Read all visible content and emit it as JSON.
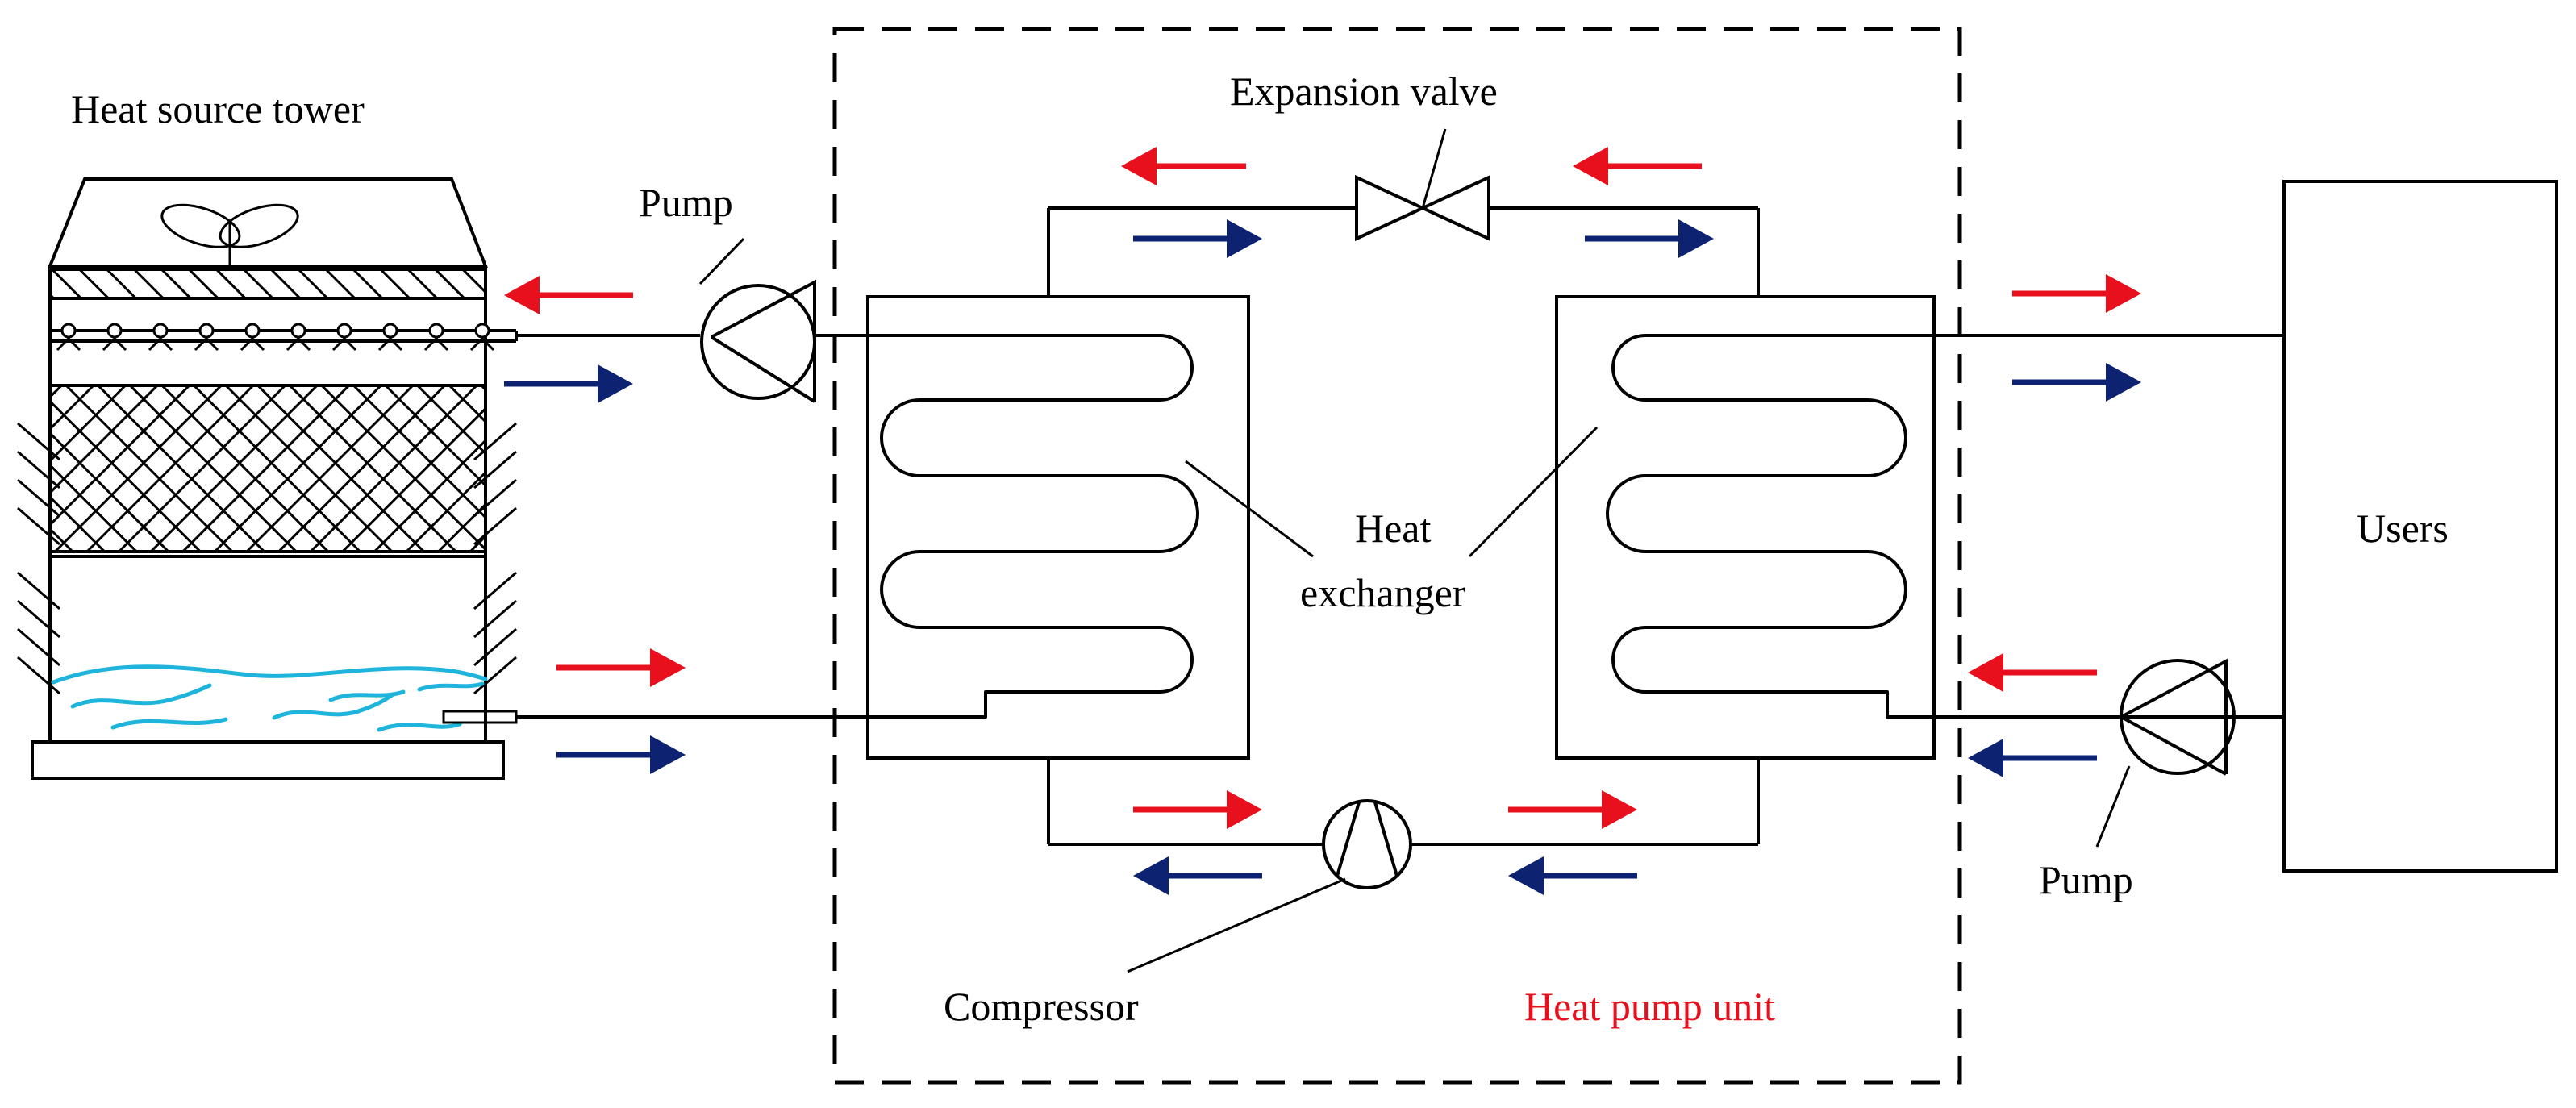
{
  "labels": {
    "tower": "Heat source tower",
    "pump_left": "Pump",
    "expansion_valve": "Expansion valve",
    "heat": "Heat",
    "exchanger": "exchanger",
    "compressor": "Compressor",
    "unit": "Heat pump unit",
    "users": "Users",
    "pump_right": "Pump"
  },
  "colors": {
    "hot": "#e8101c",
    "cold": "#0d2270",
    "water": "#1fb4dc",
    "line": "#000000"
  },
  "icons": [
    "fan-icon",
    "pump-icon",
    "valve-icon",
    "compressor-icon",
    "arrow-icon"
  ]
}
